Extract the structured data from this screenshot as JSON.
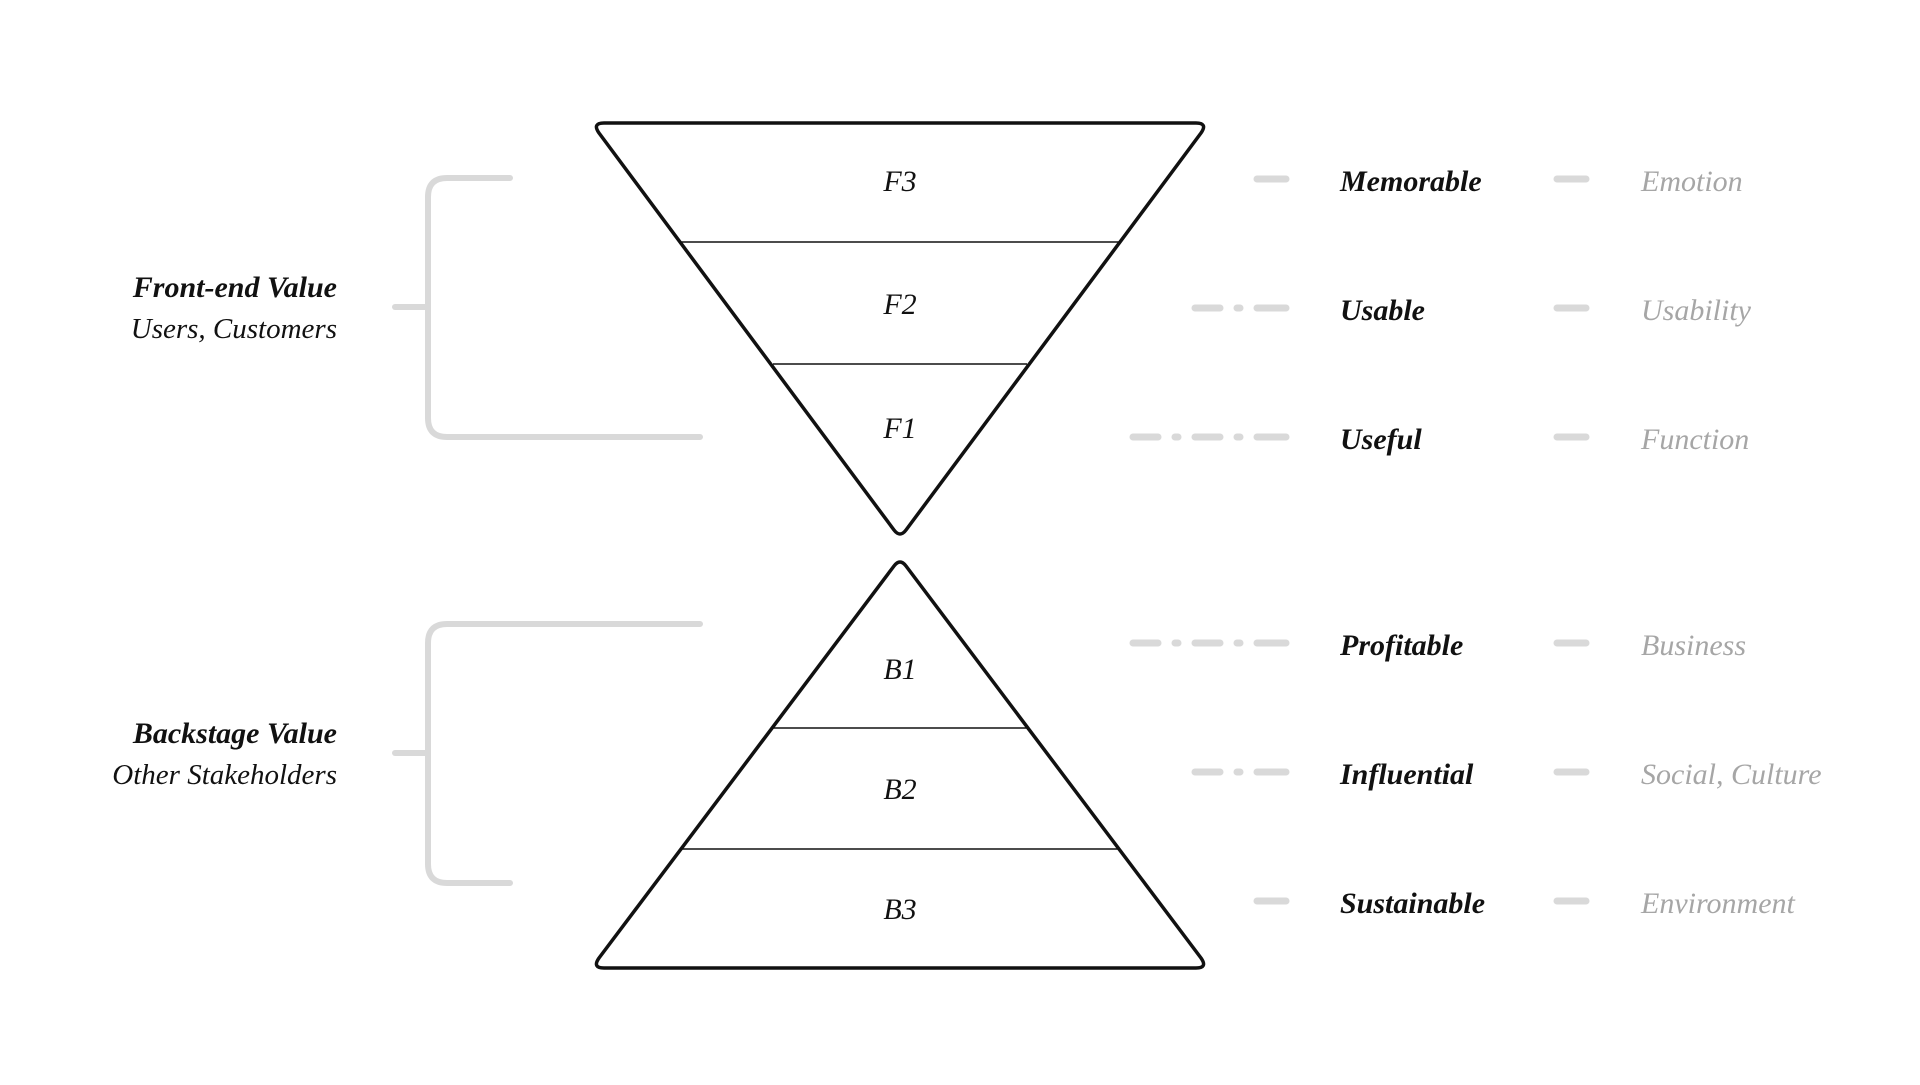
{
  "front": {
    "group_title": "Front-end Value",
    "group_subtitle": "Users, Customers",
    "layers": [
      {
        "label": "F3",
        "quality": "Memorable",
        "aspect": "Emotion"
      },
      {
        "label": "F2",
        "quality": "Usable",
        "aspect": "Usability"
      },
      {
        "label": "F1",
        "quality": "Useful",
        "aspect": "Function"
      }
    ]
  },
  "back": {
    "group_title": "Backstage Value",
    "group_subtitle": "Other Stakeholders",
    "layers": [
      {
        "label": "B1",
        "quality": "Profitable",
        "aspect": "Business"
      },
      {
        "label": "B2",
        "quality": "Influential",
        "aspect": "Social, Culture"
      },
      {
        "label": "B3",
        "quality": "Sustainable",
        "aspect": "Environment"
      }
    ]
  },
  "colors": {
    "outline": "#111111",
    "bracket": "#d9d9d9",
    "quality_text": "#111111",
    "aspect_text": "#a6a6a6"
  }
}
